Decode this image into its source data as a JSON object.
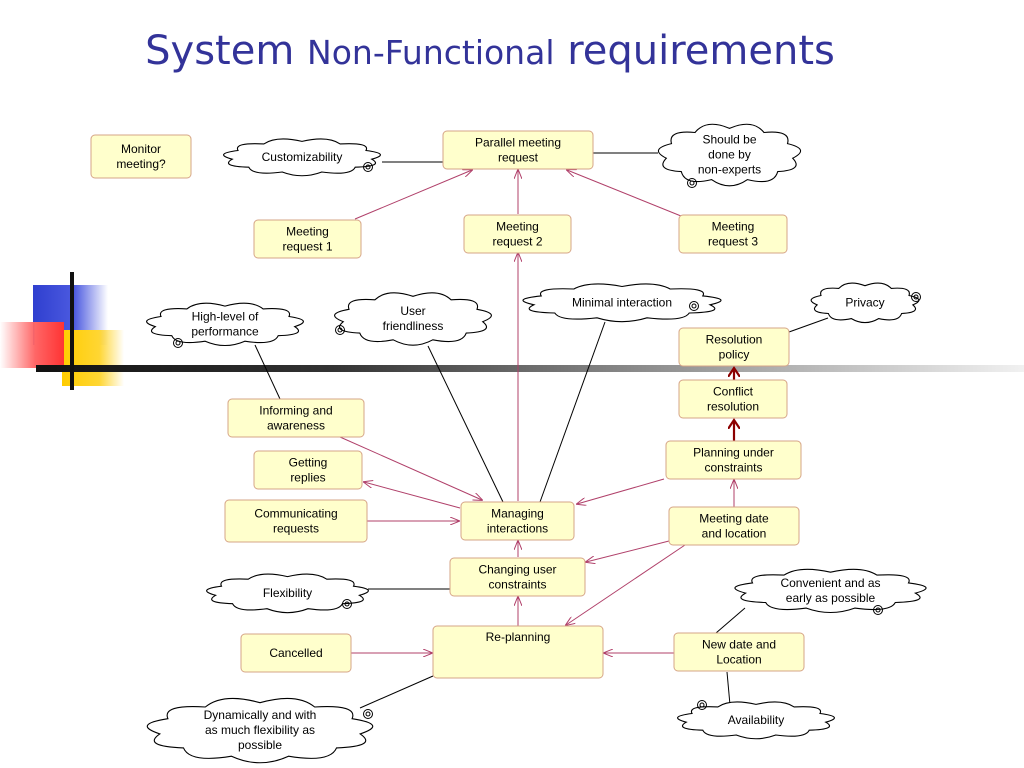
{
  "title": {
    "part1": "System",
    "part2": "Non-Functional",
    "part3": "requirements"
  },
  "diagram": {
    "goals": [
      {
        "id": "monitor",
        "lines": [
          "Monitor",
          "meeting?"
        ]
      },
      {
        "id": "parallel",
        "lines": [
          "Parallel meeting",
          "request"
        ]
      },
      {
        "id": "req1",
        "lines": [
          "Meeting",
          "request 1"
        ]
      },
      {
        "id": "req2",
        "lines": [
          "Meeting",
          "request 2"
        ]
      },
      {
        "id": "req3",
        "lines": [
          "Meeting",
          "request 3"
        ]
      },
      {
        "id": "resolution",
        "lines": [
          "Resolution",
          "policy"
        ]
      },
      {
        "id": "conflict",
        "lines": [
          "Conflict",
          "resolution"
        ]
      },
      {
        "id": "planning",
        "lines": [
          "Planning under",
          "constraints"
        ]
      },
      {
        "id": "datelocation",
        "lines": [
          "Meeting date",
          "and location"
        ]
      },
      {
        "id": "informing",
        "lines": [
          "Informing and",
          "awareness"
        ]
      },
      {
        "id": "replies",
        "lines": [
          "Getting",
          "replies"
        ]
      },
      {
        "id": "communicating",
        "lines": [
          "Communicating",
          "requests"
        ]
      },
      {
        "id": "managing",
        "lines": [
          "Managing",
          "interactions"
        ]
      },
      {
        "id": "changing",
        "lines": [
          "Changing user",
          "constraints"
        ]
      },
      {
        "id": "cancelled",
        "lines": [
          "Cancelled"
        ]
      },
      {
        "id": "replanning",
        "lines": [
          "Re-planning"
        ]
      },
      {
        "id": "newdate",
        "lines": [
          "New date and",
          "Location"
        ]
      }
    ],
    "softgoals": [
      {
        "id": "customizability",
        "lines": [
          "Customizability"
        ]
      },
      {
        "id": "nonexperts",
        "lines": [
          "Should be",
          "done by",
          "non-experts"
        ]
      },
      {
        "id": "performance",
        "lines": [
          "High-level of",
          "performance"
        ]
      },
      {
        "id": "friendliness",
        "lines": [
          "User",
          "friendliness"
        ]
      },
      {
        "id": "minimal",
        "lines": [
          "Minimal interaction"
        ]
      },
      {
        "id": "privacy",
        "lines": [
          "Privacy"
        ]
      },
      {
        "id": "convenient",
        "lines": [
          "Convenient and as",
          "early as possible"
        ]
      },
      {
        "id": "flexibility",
        "lines": [
          "Flexibility"
        ]
      },
      {
        "id": "dynamically",
        "lines": [
          "Dynamically and with",
          "as much flexibility as",
          "possible"
        ]
      },
      {
        "id": "availability",
        "lines": [
          "Availability"
        ]
      }
    ]
  }
}
